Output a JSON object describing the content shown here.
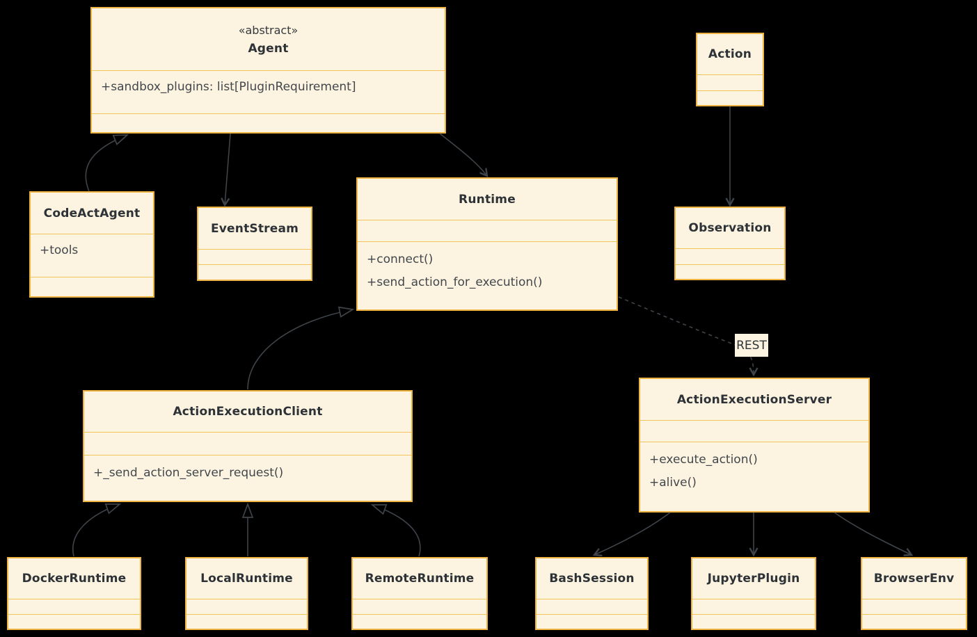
{
  "diagram": {
    "background": "#000000",
    "box_fill": "#FCF4E0",
    "box_border": "#EEB341",
    "divider_color": "#F2C45C",
    "title_color": "#2D3237",
    "member_color": "#42474D",
    "arrow_color": "#3E4449"
  },
  "classes": {
    "agent": {
      "stereotype": "«abstract»",
      "name": "Agent",
      "attributes": [
        "+sandbox_plugins: list[PluginRequirement]"
      ],
      "methods": []
    },
    "codeactagent": {
      "name": "CodeActAgent",
      "attributes": [
        "+tools"
      ],
      "methods": []
    },
    "eventstream": {
      "name": "EventStream",
      "attributes": [],
      "methods": []
    },
    "runtime": {
      "name": "Runtime",
      "attributes": [],
      "methods": [
        "+connect()",
        "+send_action_for_execution()"
      ]
    },
    "action": {
      "name": "Action",
      "attributes": [],
      "methods": []
    },
    "observation": {
      "name": "Observation",
      "attributes": [],
      "methods": []
    },
    "actionexecutionclient": {
      "name": "ActionExecutionClient",
      "attributes": [],
      "methods": [
        "+_send_action_server_request()"
      ]
    },
    "actionexecutionserver": {
      "name": "ActionExecutionServer",
      "attributes": [],
      "methods": [
        "+execute_action()",
        "+alive()"
      ]
    },
    "dockerruntime": {
      "name": "DockerRuntime",
      "attributes": [],
      "methods": []
    },
    "localruntime": {
      "name": "LocalRuntime",
      "attributes": [],
      "methods": []
    },
    "remoteruntime": {
      "name": "RemoteRuntime",
      "attributes": [],
      "methods": []
    },
    "bashsession": {
      "name": "BashSession",
      "attributes": [],
      "methods": []
    },
    "jupyterplugin": {
      "name": "JupyterPlugin",
      "attributes": [],
      "methods": []
    },
    "browserenv": {
      "name": "BrowserEnv",
      "attributes": [],
      "methods": []
    }
  },
  "edges": {
    "rest_label": "REST",
    "relationships": [
      {
        "from": "CodeActAgent",
        "to": "Agent",
        "type": "inheritance"
      },
      {
        "from": "Agent",
        "to": "EventStream",
        "type": "association"
      },
      {
        "from": "Agent",
        "to": "Runtime",
        "type": "association"
      },
      {
        "from": "ActionExecutionClient",
        "to": "Runtime",
        "type": "inheritance"
      },
      {
        "from": "Runtime",
        "to": "ActionExecutionServer",
        "type": "dependency",
        "label": "REST"
      },
      {
        "from": "Action",
        "to": "Observation",
        "type": "association"
      },
      {
        "from": "DockerRuntime",
        "to": "ActionExecutionClient",
        "type": "inheritance"
      },
      {
        "from": "LocalRuntime",
        "to": "ActionExecutionClient",
        "type": "inheritance"
      },
      {
        "from": "RemoteRuntime",
        "to": "ActionExecutionClient",
        "type": "inheritance"
      },
      {
        "from": "ActionExecutionServer",
        "to": "BashSession",
        "type": "association"
      },
      {
        "from": "ActionExecutionServer",
        "to": "JupyterPlugin",
        "type": "association"
      },
      {
        "from": "ActionExecutionServer",
        "to": "BrowserEnv",
        "type": "association"
      }
    ]
  }
}
